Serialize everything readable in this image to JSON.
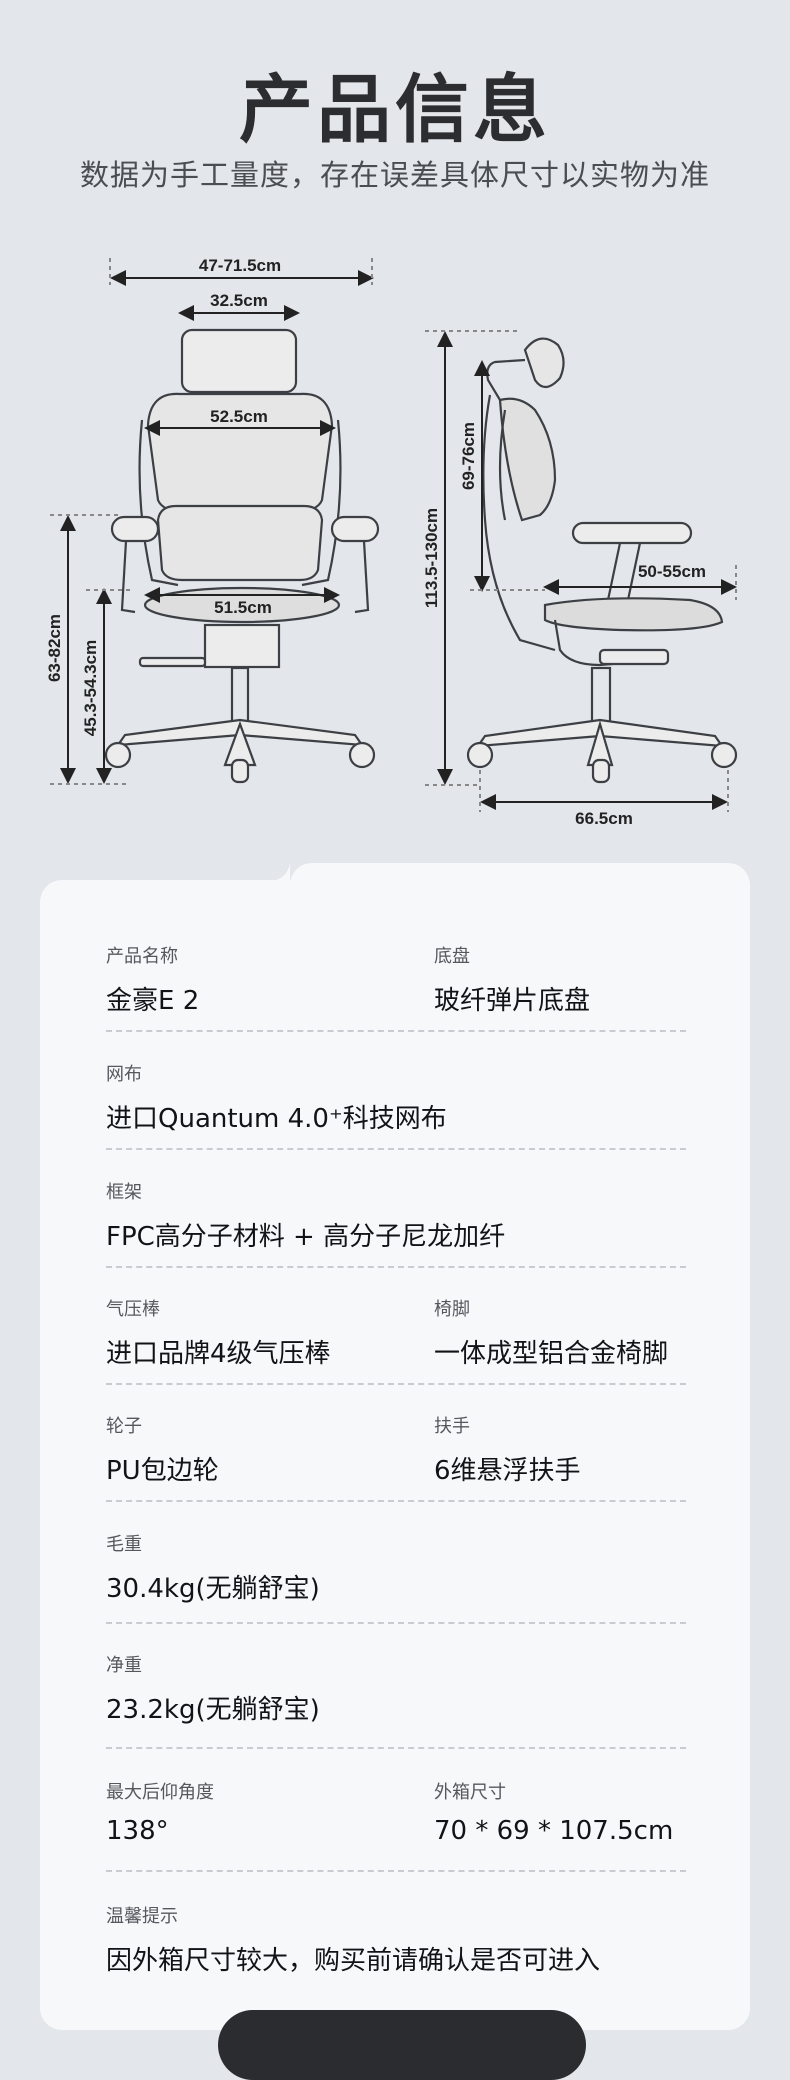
{
  "header": {
    "title": "产品信息",
    "subtitle": "数据为手工量度，存在误差具体尺寸以实物为准"
  },
  "dimensions": {
    "front_overall_width": "47-71.5cm",
    "headrest_width": "32.5cm",
    "backrest_width": "52.5cm",
    "seat_width": "51.5cm",
    "armrest_height": "63-82cm",
    "seat_height": "45.3-54.3cm",
    "overall_height": "113.5-130cm",
    "back_height": "69-76cm",
    "seat_depth": "50-55cm",
    "base_depth": "66.5cm"
  },
  "specs": [
    {
      "label": "产品名称",
      "value": "金豪E 2",
      "label2": "底盘",
      "value2": "玻纤弹片底盘"
    },
    {
      "label": "网布",
      "value": "进口Quantum 4.0⁺科技网布"
    },
    {
      "label": "框架",
      "value": "FPC高分子材料 + 高分子尼龙加纤"
    },
    {
      "label": "气压棒",
      "value": "进口品牌4级气压棒",
      "label2": "椅脚",
      "value2": "一体成型铝合金椅脚"
    },
    {
      "label": "轮子",
      "value": "PU包边轮",
      "label2": "扶手",
      "value2": "6维悬浮扶手"
    },
    {
      "label": "毛重",
      "value": "30.4kg(无躺舒宝)"
    },
    {
      "label": "净重",
      "value": "23.2kg(无躺舒宝)"
    },
    {
      "label": "最大后仰角度",
      "value": "138°",
      "label2": "外箱尺寸",
      "value2": "70 * 69 * 107.5cm"
    },
    {
      "label": "温馨提示",
      "value": "因外箱尺寸较大，购买前请确认是否可进入"
    }
  ]
}
